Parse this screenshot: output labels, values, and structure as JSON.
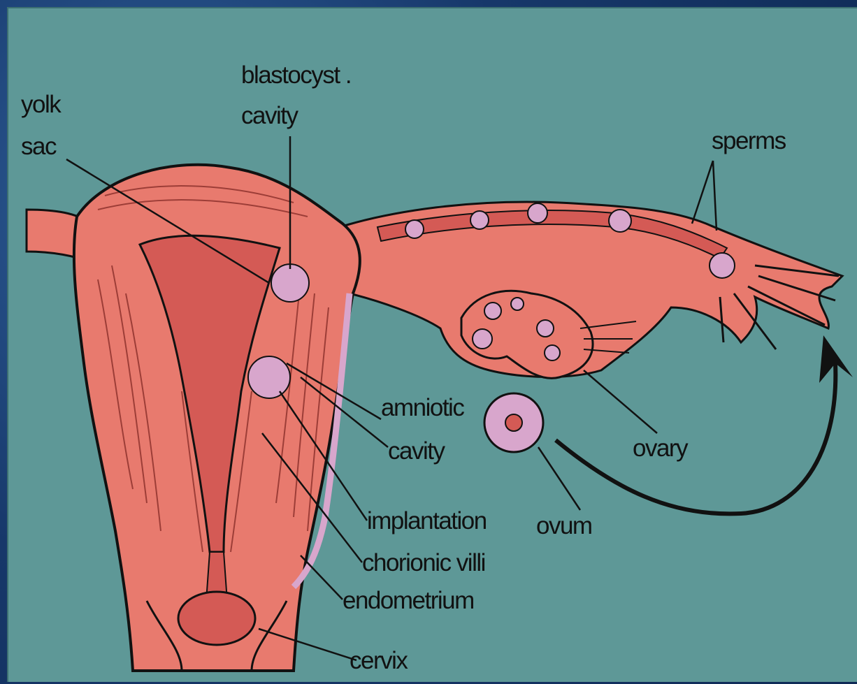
{
  "colors": {
    "background": "#5e9897",
    "tissue": "#e87a6e",
    "tissue_dark": "#c85a50",
    "cavity": "#d45a55",
    "cell": "#d8a6cc",
    "line": "#111111"
  },
  "labels": {
    "blastocyst_line1": "blastocyst .",
    "blastocyst_line2": "cavity",
    "yolk_line1": "yolk",
    "yolk_line2": "sac",
    "sperms": "sperms",
    "amniotic_line1": "amniotic",
    "amniotic_line2": "cavity",
    "ovary": "ovary",
    "implantation": "implantation",
    "ovum": "ovum",
    "chorionic_villi": "chorionic villi",
    "endometrium": "endometrium",
    "cervix": "cervix"
  }
}
